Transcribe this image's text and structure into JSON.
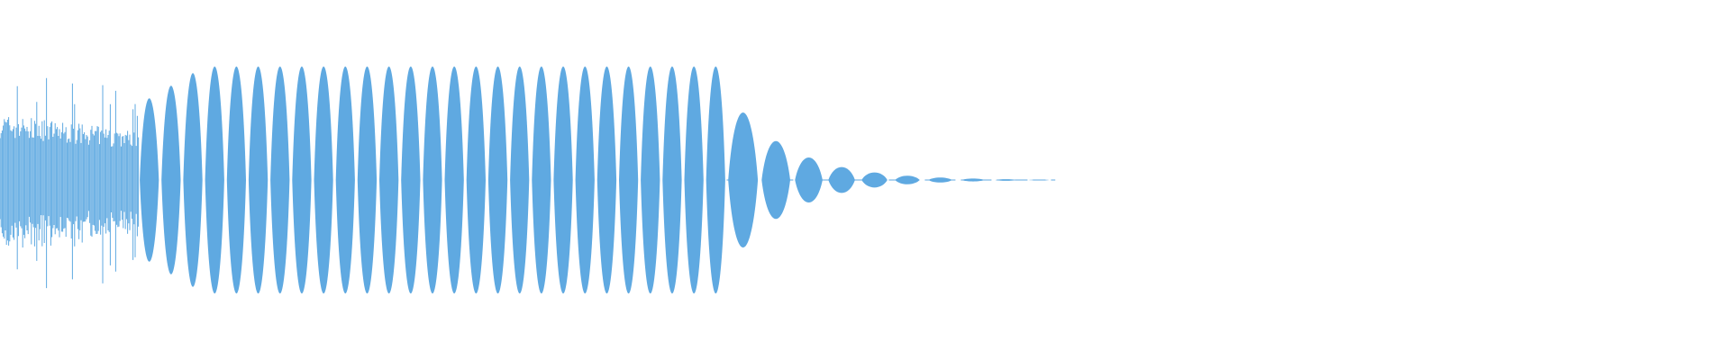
{
  "waveform": {
    "color": "#5fa9e1",
    "background": "#ffffff",
    "noise_segment": {
      "from": 0.0,
      "to": 0.08,
      "peak": 0.83
    },
    "tone_segment": {
      "from": 0.08,
      "to": 0.42,
      "peak": 0.79,
      "cycles": 27
    },
    "decay_segment": {
      "from": 0.42,
      "to": 0.61,
      "peak": 0.47,
      "cycles": 10
    }
  }
}
